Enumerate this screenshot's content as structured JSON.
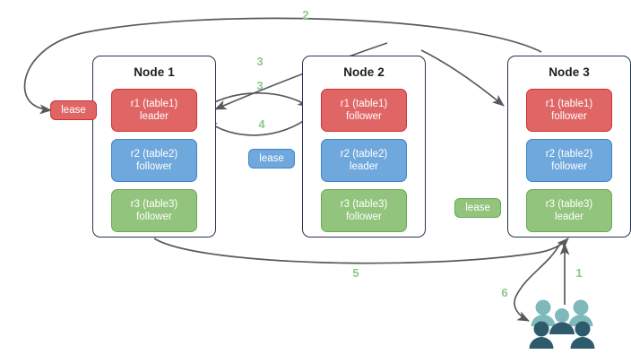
{
  "diagram": {
    "title": "",
    "colors": {
      "red_fill": "#e06666",
      "red_border": "#cc3232",
      "blue_fill": "#6fa8dc",
      "blue_border": "#3d85c6",
      "green_fill": "#93c47d",
      "green_border": "#6aa84f",
      "node_border": "#27354d",
      "arrow": "#595959",
      "step_label": "#8cc98a",
      "users_light": "#7fb9bb",
      "users_dark": "#2e5b6b"
    }
  },
  "nodes": [
    {
      "title": "Node 1",
      "replicas": [
        {
          "name": "r1 (table1)",
          "role": "leader",
          "color": "red"
        },
        {
          "name": "r2 (table2)",
          "role": "follower",
          "color": "blue"
        },
        {
          "name": "r3 (table3)",
          "role": "follower",
          "color": "green"
        }
      ]
    },
    {
      "title": "Node 2",
      "replicas": [
        {
          "name": "r1 (table1)",
          "role": "follower",
          "color": "red"
        },
        {
          "name": "r2 (table2)",
          "role": "leader",
          "color": "blue"
        },
        {
          "name": "r3 (table3)",
          "role": "follower",
          "color": "green"
        }
      ]
    },
    {
      "title": "Node 3",
      "replicas": [
        {
          "name": "r1 (table1)",
          "role": "follower",
          "color": "red"
        },
        {
          "name": "r2 (table2)",
          "role": "follower",
          "color": "blue"
        },
        {
          "name": "r3 (table3)",
          "role": "leader",
          "color": "green"
        }
      ]
    }
  ],
  "leases": [
    {
      "label": "lease",
      "color": "red"
    },
    {
      "label": "lease",
      "color": "blue"
    },
    {
      "label": "lease",
      "color": "green"
    }
  ],
  "steps": [
    {
      "label": "1"
    },
    {
      "label": "2"
    },
    {
      "label": "3"
    },
    {
      "label": "3"
    },
    {
      "label": "4"
    },
    {
      "label": "5"
    },
    {
      "label": "6"
    }
  ],
  "icons": {
    "users": "users-icon"
  }
}
